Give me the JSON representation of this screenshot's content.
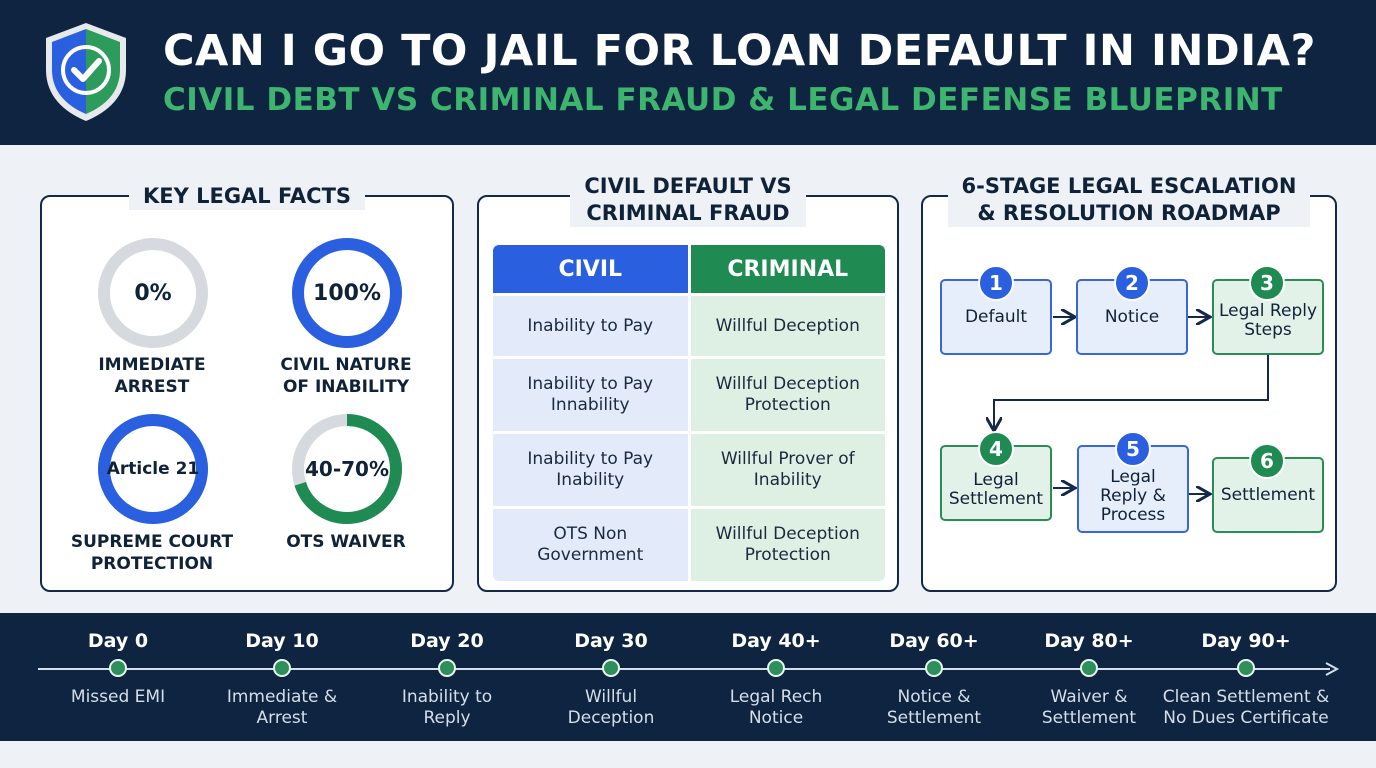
{
  "header": {
    "title": "CAN I GO TO JAIL FOR LOAN DEFAULT IN INDIA?",
    "subtitle": "CIVIL DEBT VS CRIMINAL FRAUD & LEGAL DEFENSE BLUEPRINT",
    "logo_icon": "shield-check-icon"
  },
  "facts": {
    "title": "KEY LEGAL FACTS",
    "items": [
      {
        "value": "0%",
        "label_line1": "IMMEDIATE",
        "label_line2": "ARREST",
        "fill": 0,
        "color": "#cfd3d8"
      },
      {
        "value": "100%",
        "label_line1": "CIVIL NATURE",
        "label_line2": "OF INABILITY",
        "fill": 1,
        "color": "#2a5fe0"
      },
      {
        "value": "Article 21",
        "label_line1": "SUPREME COURT",
        "label_line2": "PROTECTION",
        "fill": 1,
        "color": "#2a5fe0"
      },
      {
        "value": "40-70%",
        "label_line1": "OTS WAIVER",
        "label_line2": "",
        "fill": 0.7,
        "color": "#1f8b52"
      }
    ]
  },
  "comparison": {
    "title_line1": "CIVIL DEFAULT VS",
    "title_line2": "CRIMINAL FRAUD",
    "headers": [
      "CIVIL",
      "CRIMINAL"
    ],
    "rows": [
      {
        "civil_1": "Inability to Pay",
        "civil_2": "",
        "criminal_1": "Willful Deception",
        "criminal_2": ""
      },
      {
        "civil_1": "Inability to Pay",
        "civil_2": "Innability",
        "criminal_1": "Willful Deception",
        "criminal_2": "Protection"
      },
      {
        "civil_1": "Inability to Pay",
        "civil_2": "Inability",
        "criminal_1": "Willful Prover of",
        "criminal_2": "Inability"
      },
      {
        "civil_1": "OTS Non",
        "civil_2": "Government",
        "criminal_1": "Willful Deception",
        "criminal_2": "Protection"
      }
    ]
  },
  "roadmap": {
    "title_line1": "6-STAGE LEGAL ESCALATION",
    "title_line2": "& RESOLUTION ROADMAP",
    "steps": [
      {
        "num": "1",
        "line1": "Default",
        "line2": "",
        "line3": ""
      },
      {
        "num": "2",
        "line1": "Notice",
        "line2": "",
        "line3": ""
      },
      {
        "num": "3",
        "line1": "Legal Reply",
        "line2": "Steps",
        "line3": ""
      },
      {
        "num": "4",
        "line1": "Legal",
        "line2": "Settlement",
        "line3": ""
      },
      {
        "num": "5",
        "line1": "Legal",
        "line2": "Reply &",
        "line3": "Process"
      },
      {
        "num": "6",
        "line1": "Settlement",
        "line2": "",
        "line3": ""
      }
    ]
  },
  "timeline": [
    {
      "day": "Day 0",
      "line1": "Missed EMI",
      "line2": ""
    },
    {
      "day": "Day 10",
      "line1": "Immediate &",
      "line2": "Arrest"
    },
    {
      "day": "Day 20",
      "line1": "Inability to",
      "line2": "Reply"
    },
    {
      "day": "Day 30",
      "line1": "Willful",
      "line2": "Deception"
    },
    {
      "day": "Day 40+",
      "line1": "Legal Rech",
      "line2": "Notice"
    },
    {
      "day": "Day 60+",
      "line1": "Notice &",
      "line2": "Settlement"
    },
    {
      "day": "Day 80+",
      "line1": "Waiver &",
      "line2": "Settlement"
    },
    {
      "day": "Day 90+",
      "line1": "Clean Settlement &",
      "line2": "No Dues Certificate"
    }
  ]
}
